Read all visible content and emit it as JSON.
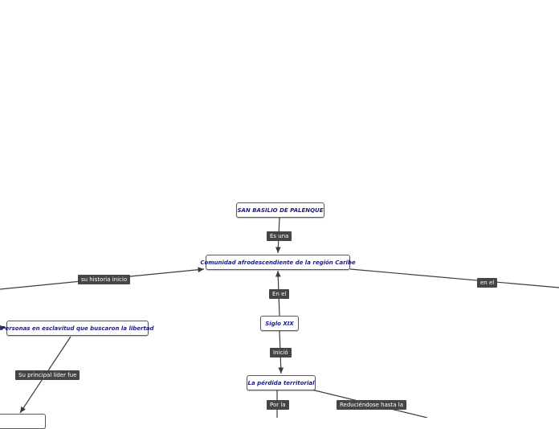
{
  "nodes": {
    "root": "SAN BASILIO DE PALENQUE",
    "community": "Comunidad afrodescendiente de la región Caribe",
    "century": "Siglo XIX",
    "loss": "La pérdida territorial",
    "enslaved": "Personas en esclavitud que buscaron la libertad"
  },
  "links": {
    "es_una": "Es una",
    "en_el_1": "En el",
    "inicio": "Inició",
    "historia": "su historia inicio",
    "en_el_2": "en el",
    "lider": "Su principal líder fue",
    "por_la": "Por la",
    "reduciendose": "Reduciéndose hasta la"
  }
}
